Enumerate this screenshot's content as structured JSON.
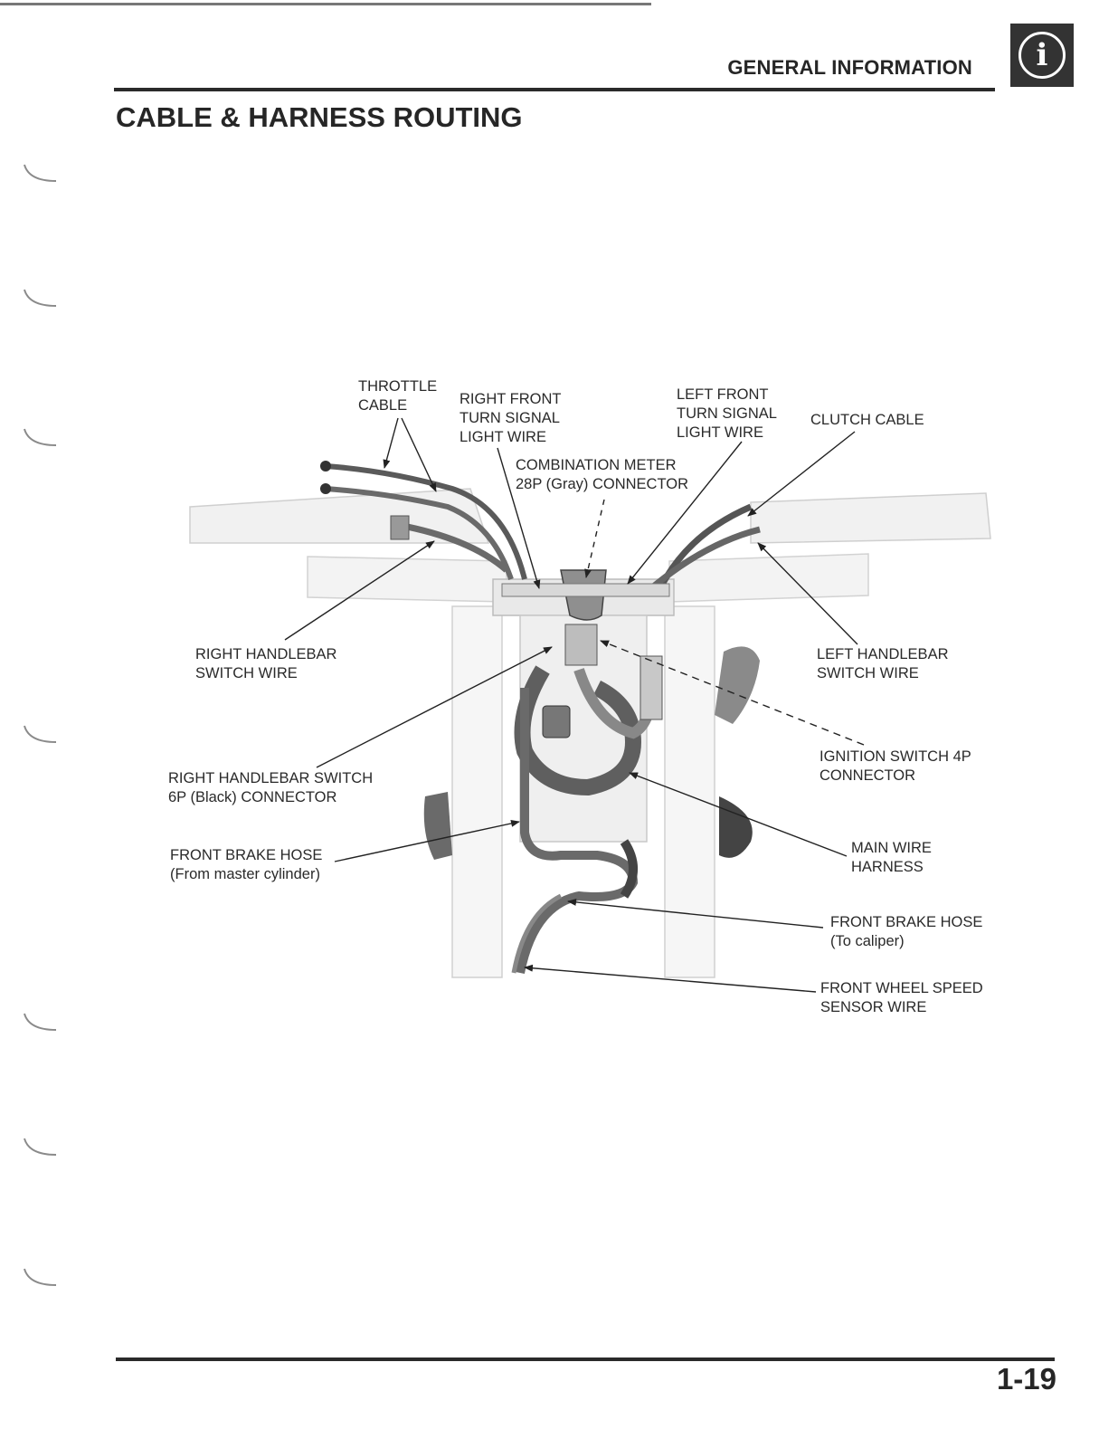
{
  "header": {
    "section_label": "GENERAL INFORMATION",
    "icon": "info-icon"
  },
  "title": "CABLE & HARNESS ROUTING",
  "labels": {
    "throttle_cable": "THROTTLE\nCABLE",
    "right_front_turn_signal": "RIGHT FRONT\nTURN SIGNAL\nLIGHT WIRE",
    "left_front_turn_signal": "LEFT FRONT\nTURN SIGNAL\nLIGHT WIRE",
    "clutch_cable": "CLUTCH CABLE",
    "combination_meter_connector": "COMBINATION METER\n28P (Gray) CONNECTOR",
    "right_handlebar_switch_wire": "RIGHT HANDLEBAR\nSWITCH WIRE",
    "left_handlebar_switch_wire": "LEFT HANDLEBAR\nSWITCH WIRE",
    "ignition_switch_connector": "IGNITION SWITCH 4P\nCONNECTOR",
    "right_handlebar_switch_connector": "RIGHT HANDLEBAR SWITCH\n6P (Black) CONNECTOR",
    "front_brake_hose_master": "FRONT BRAKE HOSE\n(From master cylinder)",
    "main_wire_harness": "MAIN WIRE\nHARNESS",
    "front_brake_hose_caliper": "FRONT BRAKE HOSE\n(To caliper)",
    "front_wheel_speed_sensor": "FRONT WHEEL SPEED\nSENSOR WIRE"
  },
  "footer": {
    "page_number": "1-19"
  }
}
